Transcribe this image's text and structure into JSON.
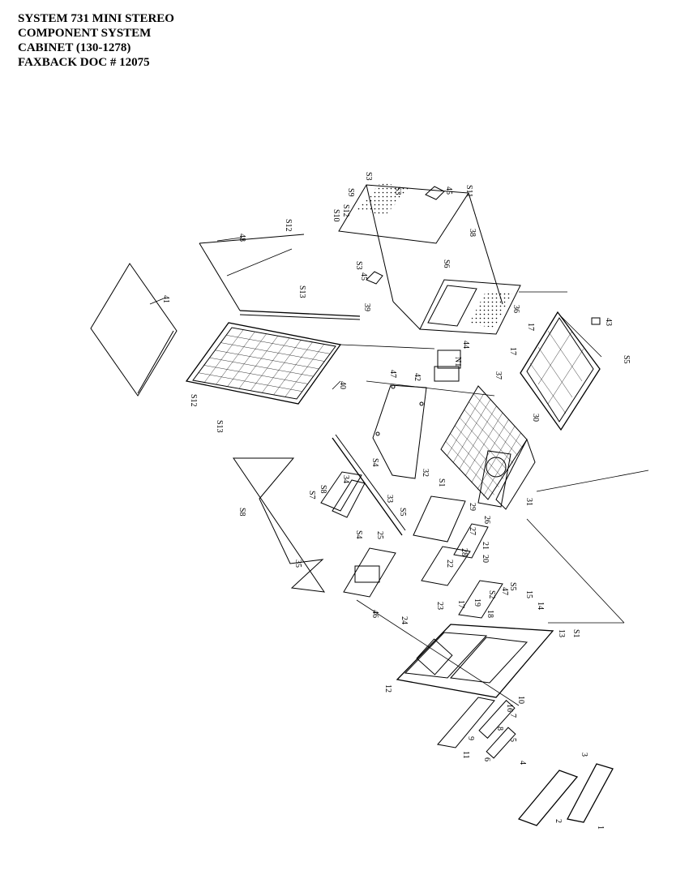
{
  "header": {
    "line1": "SYSTEM 731 MINI STEREO",
    "line2": "COMPONENT SYSTEM",
    "line3": "CABINET  (130-1278)",
    "line4": "FAXBACK DOC # 12075"
  },
  "labels": {
    "p1": "1",
    "p2": "2",
    "p3": "3",
    "p4": "4",
    "p5": "5",
    "p6": "6",
    "p7": "7",
    "p8": "8",
    "p9": "9",
    "p10": "10",
    "p11": "11",
    "p12": "12",
    "p13": "13",
    "p14": "14",
    "p15": "15",
    "p16": "16",
    "p17": "17",
    "p18": "18",
    "p19": "19",
    "p20": "20",
    "p21": "21",
    "p22": "22",
    "p23": "23",
    "p24": "24",
    "p25": "25",
    "p26": "26",
    "p27": "27",
    "p28": "28",
    "p29": "29",
    "p30": "30",
    "p31": "31",
    "p32": "32",
    "p33": "33",
    "p34": "34",
    "p35": "35",
    "p36": "36",
    "p37": "37",
    "p38": "38",
    "p39": "39",
    "p40": "40",
    "p41": "41",
    "p42": "42",
    "p43": "43",
    "p44": "44",
    "p45": "45",
    "p46": "46",
    "p47": "47",
    "p48": "48",
    "s1": "S1",
    "s2": "S2",
    "s3": "S3",
    "s4": "S4",
    "s5": "S5",
    "s6": "S6",
    "s7": "S7",
    "s8": "S8",
    "s9": "S9",
    "s10": "S10",
    "s11": "S11",
    "s12": "S12",
    "s13": "S13",
    "n1": "N1"
  }
}
